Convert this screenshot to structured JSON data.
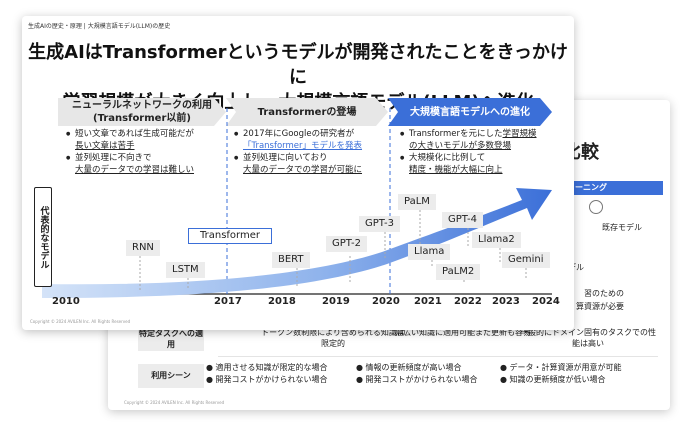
{
  "back_slide": {
    "title_fragment": "比較",
    "pill": "ューニング",
    "icon_caption": "既存モデル",
    "frag_model": "デル",
    "frag_1": "習のための",
    "frag_2": "算資源が必要",
    "rows": [
      {
        "label": "特定タスクへの適用",
        "cols": [
          "トークン数制限により含められる知識は限定的",
          "幅広い知識に適用可能また更新も容易",
          "一般的にドメイン固有のタスクでの性能は高い"
        ]
      },
      {
        "label": "利用シーン",
        "cols": [
          [
            "適用させる知識が限定的な場合",
            "開発コストがかけられない場合"
          ],
          [
            "情報の更新頻度が高い場合",
            "開発コストがかけられない場合"
          ],
          [
            "データ・計算資源が用意が可能",
            "知識の更新頻度が低い場合"
          ]
        ]
      }
    ],
    "footer": "Copyright © 2024 AVILEN Inc. All Rights Reserved"
  },
  "front_slide": {
    "breadcrumb": "生成AIの歴史・原理 | 大規模言語モデル(LLM)の歴史",
    "title_line1": "生成AIはTransformerというモデルが開発されたことをきっかけに",
    "title_line2": "学習規模が大きく向上し、大規模言語モデル(LLM)へ進化",
    "phases": [
      {
        "label_line1": "ニューラルネットワークの利用",
        "label_line2": "(Transformer以前)"
      },
      {
        "label_line1": "Transformerの登場",
        "label_line2": ""
      },
      {
        "label_line1": "大規模言語モデルへの進化",
        "label_line2": ""
      }
    ],
    "bullets": {
      "phase1": {
        "b1_pre": "短い文章であれば生成可能だが",
        "b1_u": "長い文章は苦手",
        "b2_pre": "並列処理に不向きで",
        "b2_u": "大量のデータでの学習は難しい"
      },
      "phase2": {
        "b1_pre": "2017年にGoogleの研究者が",
        "b1_u": "「Transformer」モデルを発表",
        "b2_pre": "並列処理に向いており",
        "b2_u": "大量のデータでの学習が可能に"
      },
      "phase3": {
        "b1_pre": "Transformerを元にした",
        "b1_u1": "学習規模",
        "b1_u2": "の大きいモデルが多数登場",
        "b2_pre": "大規模化に比例して",
        "b2_u": "精度・機能が大幅に向上"
      }
    },
    "yaxis_label": "代表的なモデル",
    "models": [
      "RNN",
      "LSTM",
      "Transformer",
      "BERT",
      "GPT-2",
      "GPT-3",
      "PaLM",
      "Llama",
      "GPT-4",
      "PaLM2",
      "Llama2",
      "Gemini"
    ],
    "years": [
      "2010",
      "2017",
      "2018",
      "2019",
      "2020",
      "2021",
      "2022",
      "2023",
      "2024"
    ],
    "footer": "Copyright © 2024 AVILEN Inc. All Rights Reserved",
    "colors": {
      "accent": "#3b6fd8",
      "arrow_light": "#cfe0f8",
      "box_gray": "#ececec"
    }
  }
}
